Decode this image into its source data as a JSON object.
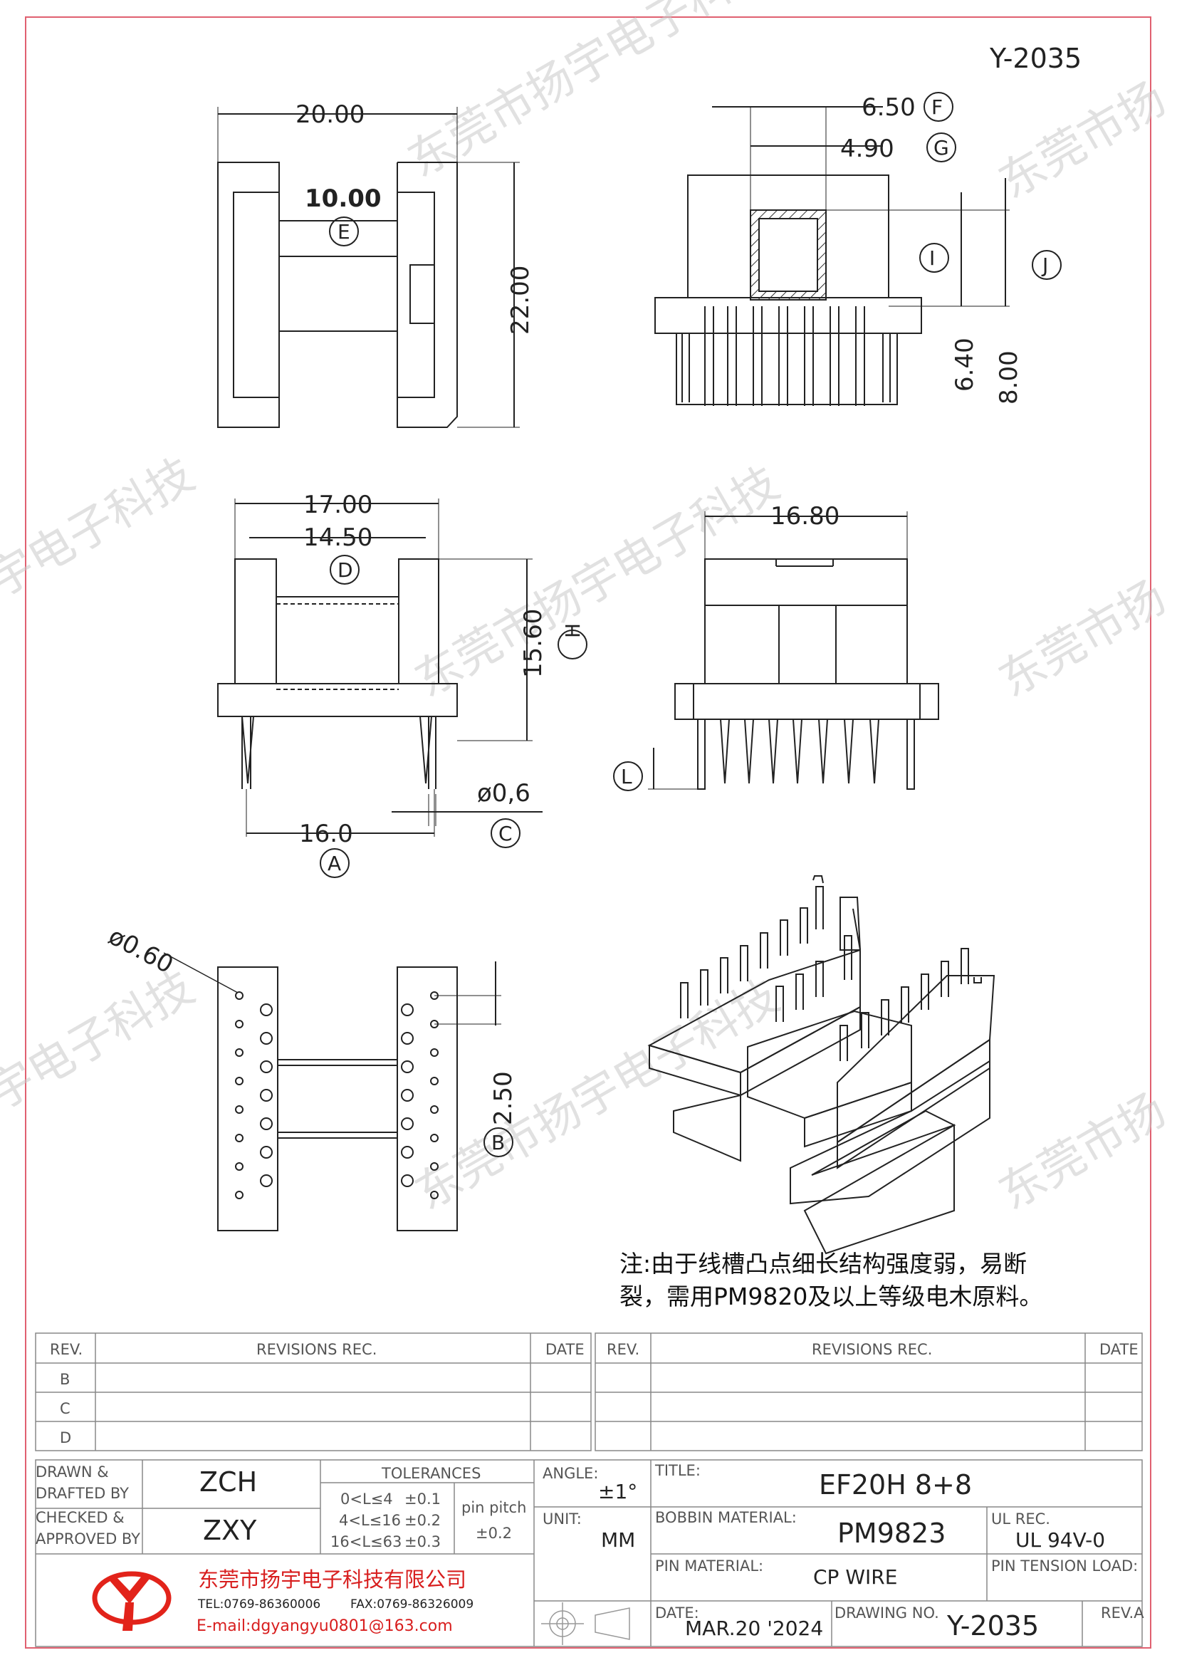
{
  "drawing_id": "Y-2035",
  "dims": {
    "top_width": "20.00",
    "inner_width": "10.00",
    "label_e": "E",
    "height": "22.00",
    "d650": "6.50",
    "label_f": "F",
    "d490": "4.90",
    "label_g": "G",
    "label_i": "I",
    "label_j": "J",
    "d640": "6.40",
    "d800": "8.00",
    "d1700": "17.00",
    "d1450": "14.50",
    "label_d": "D",
    "d1560": "15.60",
    "label_h": "H",
    "d160": "16.0",
    "label_a": "A",
    "pin_dia": "ø0,6",
    "label_c": "C",
    "d1680": "16.80",
    "label_l": "L",
    "hole_dia": "ø0.60",
    "pitch": "2.50",
    "label_b": "B"
  },
  "note": {
    "line1": "注:由于线槽凸点细长结构强度弱，易断",
    "line2": "裂，需用PM9820及以上等级电木原料。"
  },
  "revisions": {
    "rev_header": "REV.",
    "rec_header": "REVISIONS    REC.",
    "date_header": "DATE",
    "rows": [
      "B",
      "C",
      "D"
    ]
  },
  "title_block": {
    "drawn_label": "DRAWN &",
    "drafted_label": "DRAFTED BY",
    "drawn_value": "ZCH",
    "checked_label": "CHECKED &",
    "approved_label": "APPROVED BY",
    "checked_value": "ZXY",
    "tolerances_label": "TOLERANCES",
    "tol1_range": "0<L≤4",
    "tol1_value": "±0.1",
    "tol2_range": "4<L≤16",
    "tol2_value": "±0.2",
    "tol3_range": "16<L≤63",
    "tol3_value": "±0.3",
    "pin_pitch_label": "pin pitch",
    "pin_pitch_value": "±0.2",
    "angle_label": "ANGLE:",
    "angle_value": "±1°",
    "unit_label": "UNIT:",
    "unit_value": "MM",
    "title_label": "TITLE:",
    "title_value": "EF20H  8+8",
    "bobbin_label": "BOBBIN MATERIAL:",
    "bobbin_value": "PM9823",
    "ul_label": "UL REC.",
    "ul_value": "UL 94V-0",
    "pin_material_label": "PIN MATERIAL:",
    "pin_material_value": "CP WIRE",
    "pin_tension_label": "PIN TENSION LOAD:",
    "date_label": "DATE:",
    "date_value": "MAR.20 '2024",
    "drawing_no_label": "DRAWING NO.",
    "drawing_no_value": "Y-2035",
    "rev_label": "REV.A"
  },
  "company": {
    "name": "东莞市扬宇电子科技有限公司",
    "tel": "TEL:0769-86360006",
    "fax": "FAX:0769-86326009",
    "email": "E-mail:dgyangyu0801@163.com"
  },
  "colors": {
    "border": "#e06070",
    "logo": "#e2231a",
    "company": "#d81e1e"
  }
}
